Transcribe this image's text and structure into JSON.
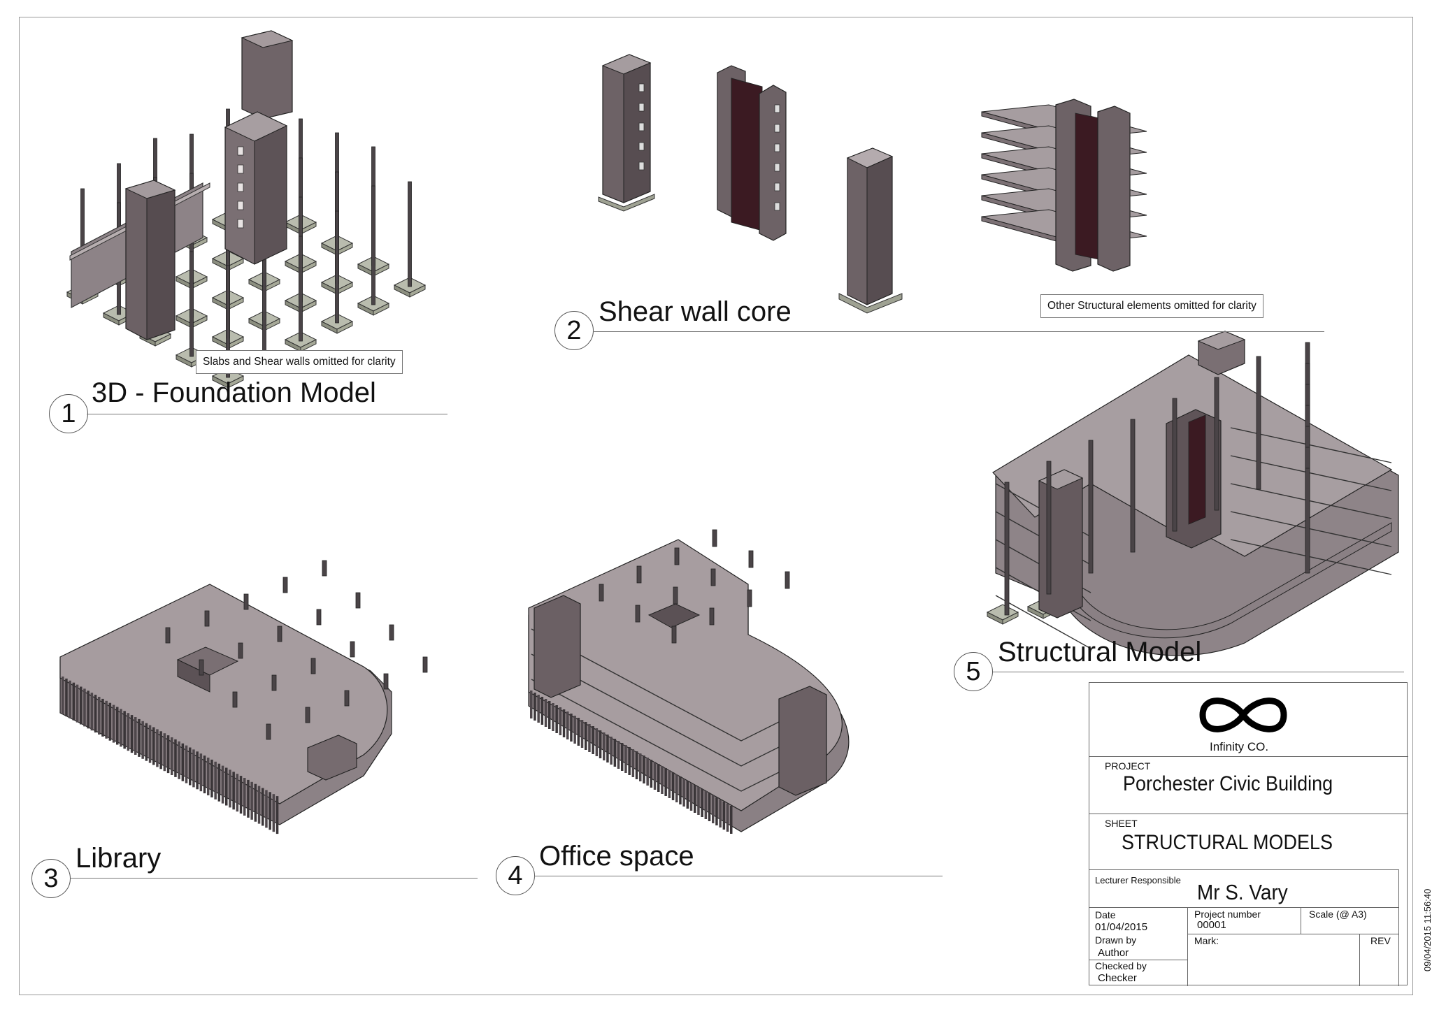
{
  "sheet": {
    "timestamp": "09/04/2015 11:56:40"
  },
  "views": [
    {
      "number": "1",
      "title": "3D - Foundation Model",
      "note": "Slabs and Shear walls omitted for clarity"
    },
    {
      "number": "2",
      "title": "Shear wall core",
      "note": "Other Structural elements omitted for clarity"
    },
    {
      "number": "3",
      "title": "Library"
    },
    {
      "number": "4",
      "title": "Office space"
    },
    {
      "number": "5",
      "title": "Structural Model"
    }
  ],
  "title_block": {
    "company": "Infinity CO.",
    "logo_icon": "infinity-symbol",
    "project_label": "PROJECT",
    "project_name": "Porchester Civic Building",
    "sheet_label": "SHEET",
    "sheet_name": "STRUCTURAL MODELS",
    "lecturer_label": "Lecturer Responsible",
    "lecturer_name": "Mr S. Vary",
    "date_label": "Date",
    "date_value": "01/04/2015",
    "project_number_label": "Project number",
    "project_number_value": "00001",
    "scale_label": "Scale (@ A3)",
    "drawn_by_label": "Drawn by",
    "drawn_by_value": "Author",
    "mark_label": "Mark:",
    "rev_label": "REV",
    "checked_by_label": "Checked by",
    "checked_by_value": "Checker"
  }
}
